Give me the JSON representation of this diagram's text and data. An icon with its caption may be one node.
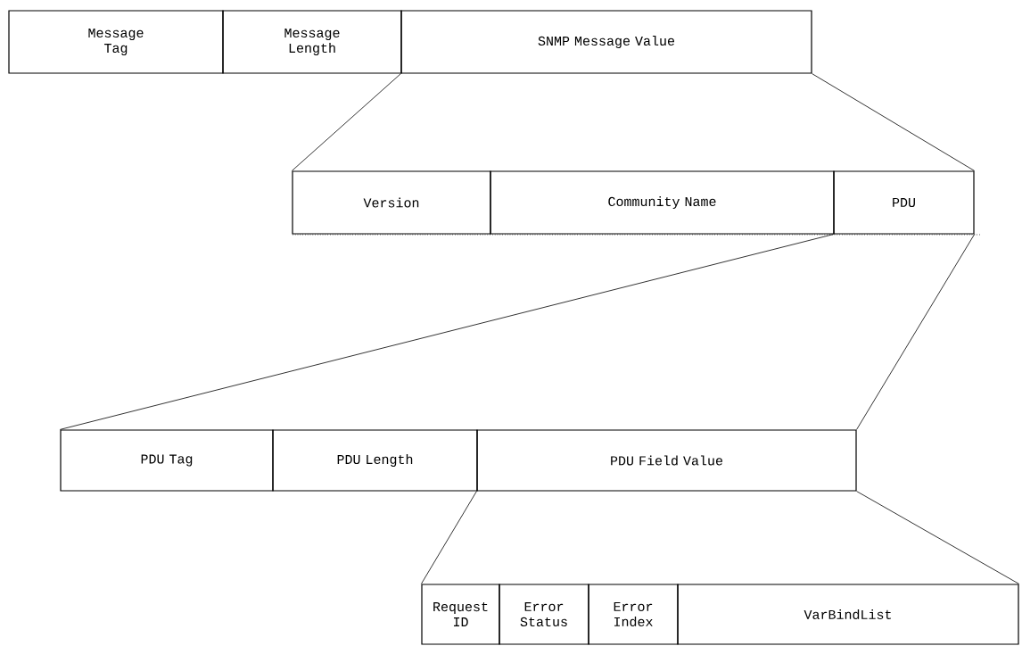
{
  "diagram": {
    "nodes": [
      {
        "text": [
          "Message Tag"
        ]
      },
      {
        "text": [
          "Message Length"
        ]
      },
      {
        "text": [
          "SNMP Message Value"
        ]
      },
      {
        "text": [
          "Version"
        ]
      },
      {
        "text": [
          "Community Name"
        ]
      },
      {
        "text": [
          "PDU"
        ]
      },
      {
        "text": [
          "PDU Tag"
        ]
      },
      {
        "text": [
          "PDU Length"
        ]
      },
      {
        "text": [
          "PDU Field Value"
        ]
      },
      {
        "text": [
          "Request ID"
        ]
      },
      {
        "text": [
          "Error Status"
        ]
      },
      {
        "text": [
          "Error Index"
        ]
      },
      {
        "text": [
          "VarBindList"
        ]
      }
    ],
    "edges": [
      {
        "from": 2,
        "to": 3,
        "arrow": "none"
      },
      {
        "from": 2,
        "to": 5,
        "arrow": "none"
      },
      {
        "from": 5,
        "to": 6,
        "arrow": "none"
      },
      {
        "from": 5,
        "to": 8,
        "arrow": "none"
      },
      {
        "from": 8,
        "to": 9,
        "arrow": "none"
      },
      {
        "from": 8,
        "to": 12,
        "arrow": "none"
      }
    ]
  }
}
